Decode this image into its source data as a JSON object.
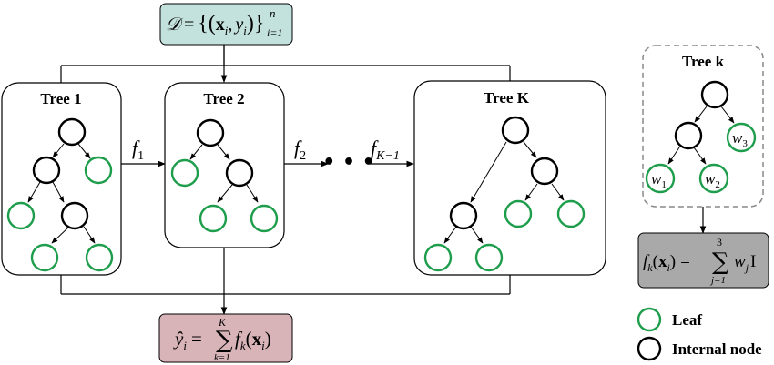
{
  "colors": {
    "leaf": "#1e9e4c",
    "internal": "#000000",
    "dataset_box": "#c4e2dd",
    "output_box": "#d8b3b8",
    "formula_box": "#a9a9a9",
    "dashed_border": "#888888"
  },
  "dataset": {
    "D": "𝒟",
    "eq": "=",
    "lbrace": "{",
    "rbrace": "}",
    "lparen": "(",
    "rparen": ")",
    "x": "x",
    "comma": ",",
    "y": "y",
    "i": "i",
    "n": "n",
    "i1": "i=1"
  },
  "trees": {
    "tree1": "Tree 1",
    "tree2": "Tree 2",
    "treeK": "Tree K"
  },
  "links": {
    "f1": {
      "f": "f",
      "sub": "1"
    },
    "f2": {
      "f": "f",
      "sub": "2"
    },
    "fK": {
      "f": "f",
      "sub": "K−1"
    },
    "dots": "• • •"
  },
  "output": {
    "yhat": "ŷ",
    "i": "i",
    "eq": "=",
    "sum": "∑",
    "K": "K",
    "k1": "k=1",
    "f": "f",
    "k": "k",
    "lparen": "(",
    "x": "x",
    "rparen": ")"
  },
  "tree_k": {
    "title": "Tree k",
    "w1": {
      "w": "w",
      "sub": "1"
    },
    "w2": {
      "w": "w",
      "sub": "2"
    },
    "w3": {
      "w": "w",
      "sub": "3"
    }
  },
  "formula": {
    "f": "f",
    "k": "k",
    "lparen": "(",
    "x": "x",
    "i": "i",
    "rparen": ")",
    "eq": "=",
    "sum": "∑",
    "top": "3",
    "bottom": "j=1",
    "w": "w",
    "j": "j",
    "I": "I"
  },
  "legend": {
    "leaf": "Leaf",
    "internal": "Internal node"
  }
}
